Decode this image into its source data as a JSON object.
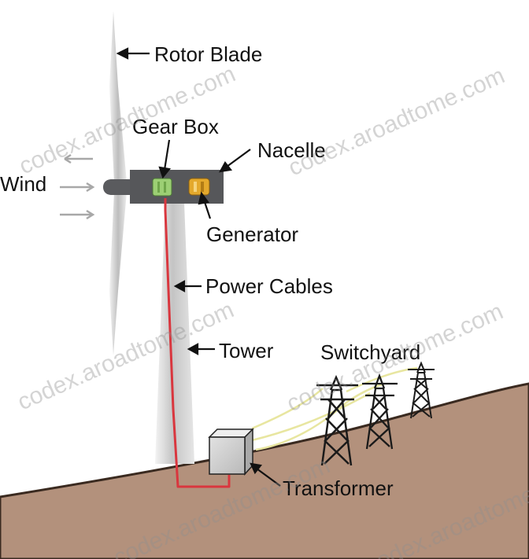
{
  "labels": {
    "rotor_blade": "Rotor Blade",
    "gear_box": "Gear Box",
    "nacelle": "Nacelle",
    "wind": "Wind",
    "generator": "Generator",
    "power_cables": "Power Cables",
    "tower": "Tower",
    "switchyard": "Switchyard",
    "transformer": "Transformer"
  },
  "watermark": {
    "text": "codex.aroadtome.com"
  },
  "colors": {
    "ground": "#b3917c",
    "ground_edge": "#3a2a20",
    "nacelle": "#56575a",
    "power_cable": "#d9363e",
    "transmission_line": "#e8e6a0",
    "gear_box": "#9ccf74",
    "generator": "#e4a92c",
    "transformer": "#d0d0d0"
  }
}
